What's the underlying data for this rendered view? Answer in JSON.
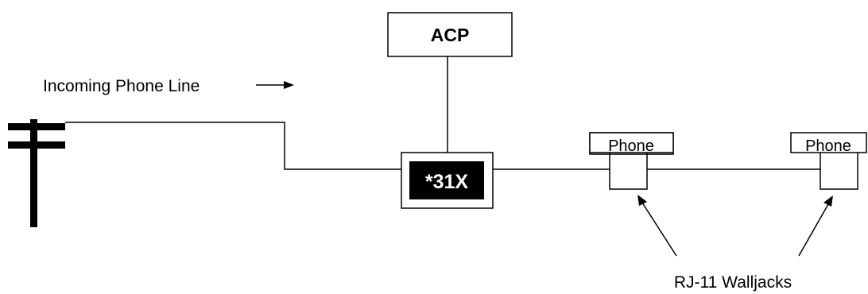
{
  "labels": {
    "incoming_line": "Incoming Phone Line",
    "acp": "ACP",
    "module": "*31X",
    "phone_1": "Phone",
    "phone_2": "Phone",
    "walljacks": "RJ-11 Walljacks"
  },
  "icons": {
    "telephone_pole": "telephone-pole-icon",
    "arrow": "right-arrow-icon"
  },
  "colors": {
    "line": "#000000",
    "background": "#ffffff",
    "module_fill": "#000000",
    "module_text": "#ffffff"
  }
}
